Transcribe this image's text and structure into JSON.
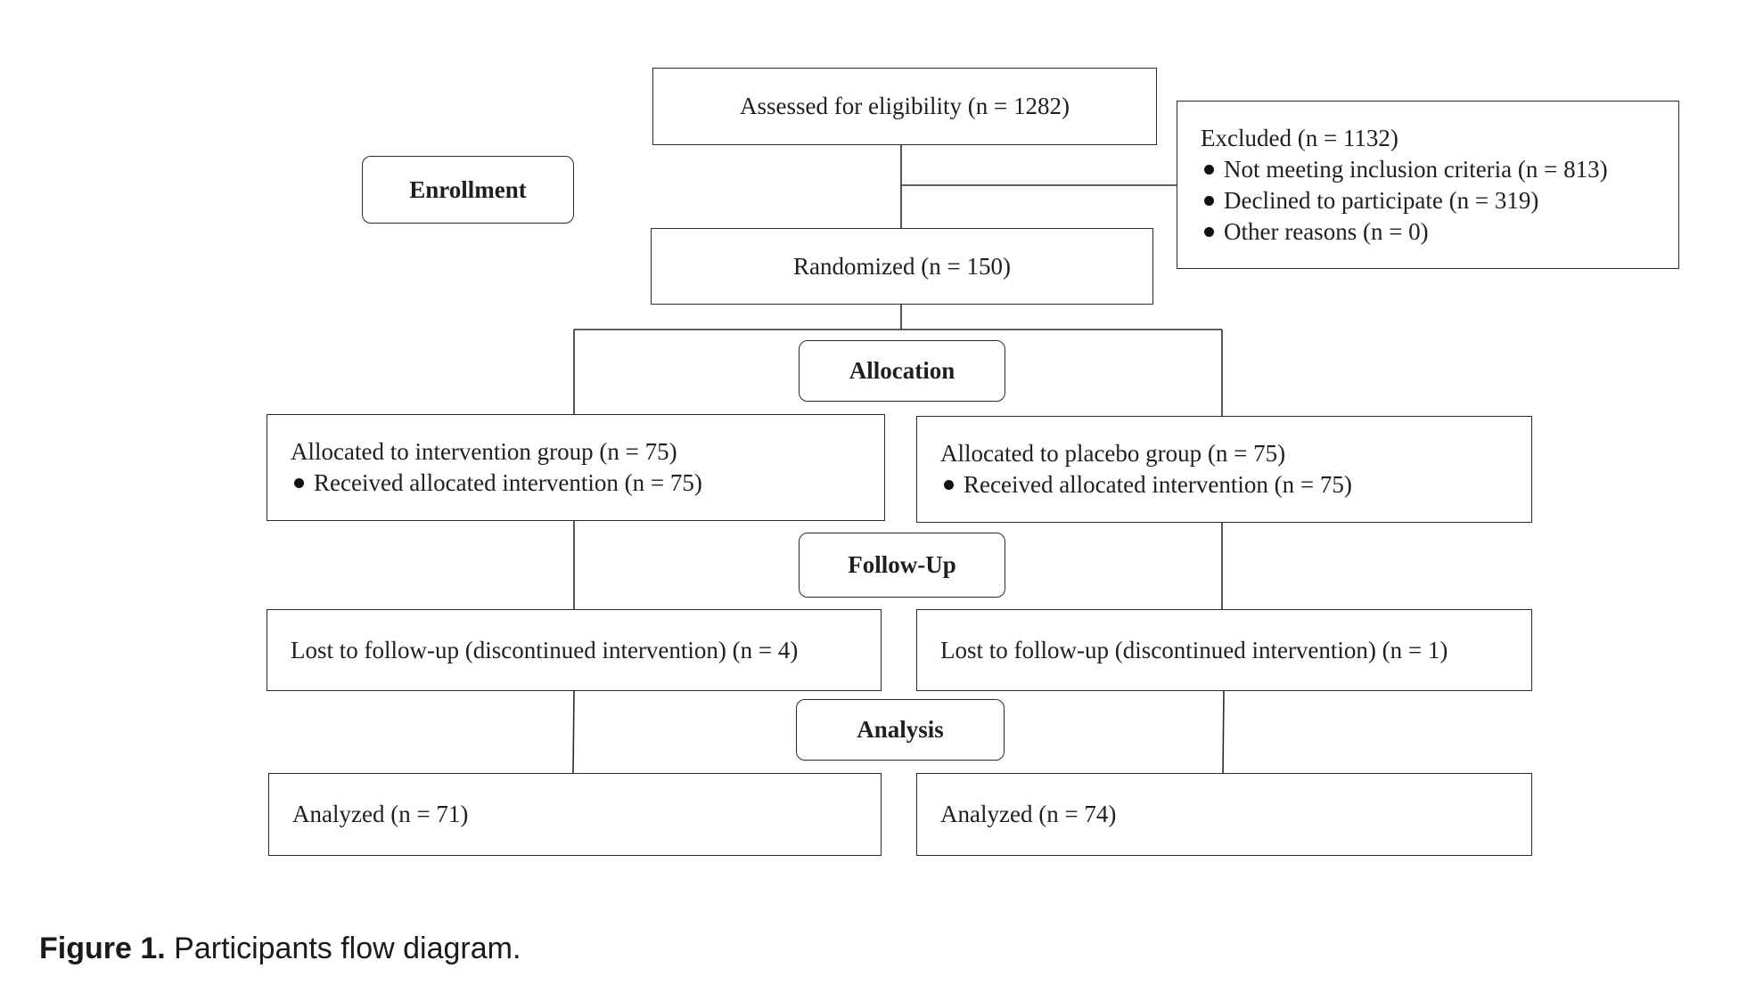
{
  "stages": {
    "enrollment": "Enrollment",
    "allocation": "Allocation",
    "follow_up": "Follow-Up",
    "analysis": "Analysis"
  },
  "assessed": "Assessed for eligibility (n = 1282)",
  "excluded": {
    "title": "Excluded (n = 1132)",
    "items": [
      "Not meeting inclusion criteria (n = 813)",
      "Declined to participate (n = 319)",
      "Other reasons (n = 0)"
    ]
  },
  "randomized": "Randomized (n = 150)",
  "intervention": {
    "allocated": "Allocated to intervention group (n = 75)",
    "received": "Received allocated intervention (n = 75)",
    "lost": "Lost to follow-up (discontinued intervention) (n = 4)",
    "analyzed": "Analyzed (n = 71)"
  },
  "placebo": {
    "allocated": "Allocated to placebo group (n = 75)",
    "received": "Received allocated intervention (n = 75)",
    "lost": "Lost to follow-up (discontinued intervention) (n = 1)",
    "analyzed": "Analyzed (n = 74)"
  },
  "caption": {
    "label": "Figure 1.",
    "text": "Participants flow diagram."
  },
  "colors": {
    "line": "#2b2b2b",
    "text": "#1f1f1f",
    "background": "#ffffff"
  }
}
